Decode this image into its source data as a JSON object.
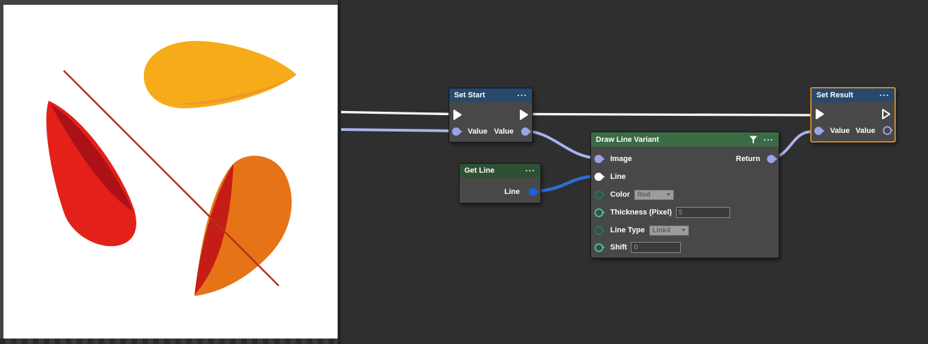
{
  "window": {
    "canvas_background": "#2F2F2F",
    "panel_frame": "#424242"
  },
  "icons": {
    "more_options_glyph": "···",
    "filter_icon": "funnel",
    "dropdown_chevron": "caret-down"
  },
  "image_preview": {
    "background": "#FFFFFF",
    "colors": {
      "yellow": "#F6AC19",
      "yellow_shade": "#EE9727",
      "red": "#E32119",
      "red_shade": "#AC1117",
      "orange": "#E67317",
      "orange_shade": "#C41D15",
      "line": "#B5331B"
    }
  },
  "graph": {
    "wire_colors": {
      "exec": "#F5F5F5",
      "value": "#AAB2F0",
      "line": "#2E6CD8"
    },
    "port_colors": {
      "value": "#9AA2E9",
      "line_out": "#1B64D2",
      "line_in": "#FFFFFF",
      "enum": "#1B7A5E",
      "number": "#38C98A"
    },
    "selection_color": "#C98A2E",
    "nodes": {
      "set_start": {
        "title": "Set Start",
        "in_value_label": "Value",
        "out_value_label": "Value"
      },
      "get_line": {
        "title": "Get Line",
        "out_line_label": "Line"
      },
      "draw_line_variant": {
        "title": "Draw Line Variant",
        "image_label": "Image",
        "line_label": "Line",
        "color_label": "Color",
        "color_value": "Red",
        "thickness_label": "Thickness (Pixel)",
        "thickness_value": "5",
        "line_type_label": "Line Type",
        "line_type_value": "Link4",
        "shift_label": "Shift",
        "shift_value": "0",
        "return_label": "Return"
      },
      "set_result": {
        "title": "Set Result",
        "in_value_label": "Value",
        "out_value_label": "Value",
        "selected": true
      }
    }
  }
}
